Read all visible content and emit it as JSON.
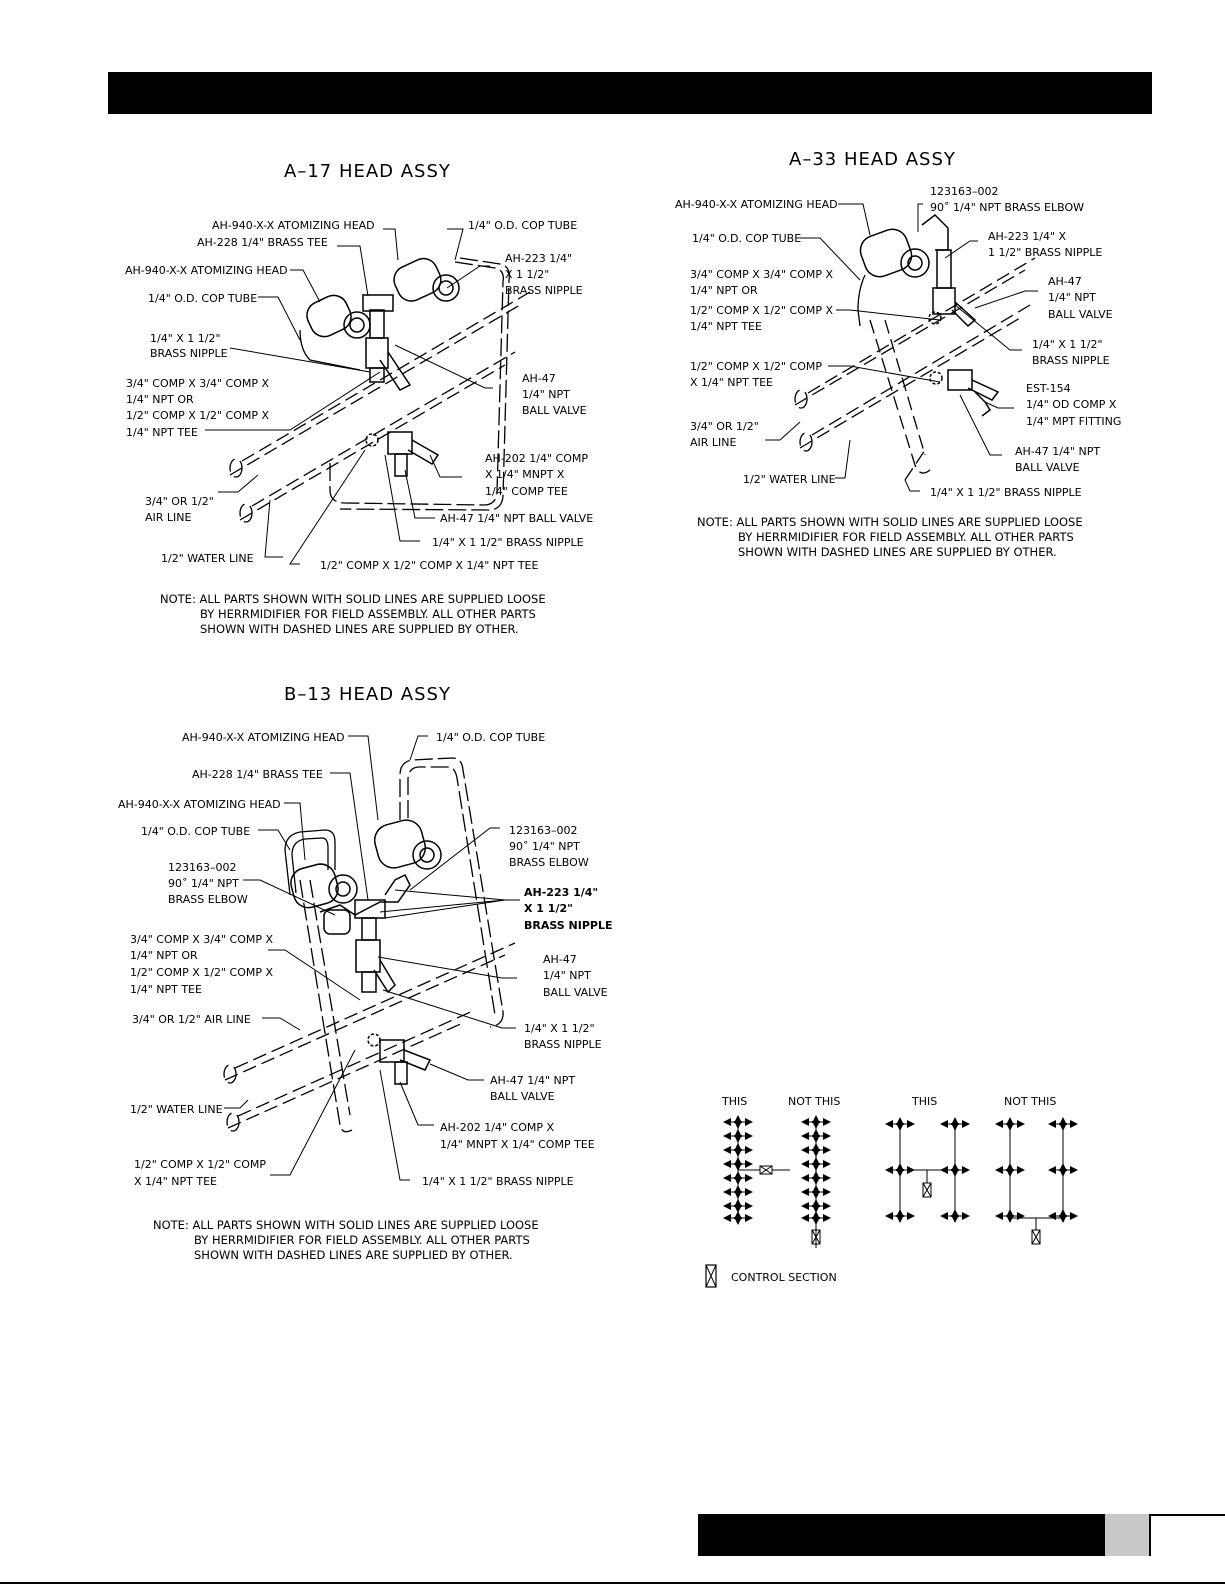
{
  "a17": {
    "title": "A–17 HEAD ASSY",
    "labels": {
      "head_top": "AH-940-X-X ATOMIZING HEAD",
      "cop_tube_top": "1/4\" O.D. COP TUBE",
      "tee": "AH-228 1/4\" BRASS TEE",
      "nipple_223_l1": "AH-223 1/4\"",
      "nipple_223_l2": "X 1 1/2\"",
      "nipple_223_l3": "BRASS NIPPLE",
      "head_left": "AH-940-X-X ATOMIZING HEAD",
      "cop_tube_left": "1/4\" O.D. COP TUBE",
      "nipple_l1": "1/4\" X 1 1/2\"",
      "nipple_l2": "BRASS NIPPLE",
      "comp_tee_l1": "3/4\" COMP X 3/4\" COMP X",
      "comp_tee_l2": "1/4\" NPT   OR",
      "comp_tee_l3": "1/2\" COMP X 1/2\" COMP X",
      "comp_tee_l4": "1/4\" NPT TEE",
      "ball_valve_l1": "AH-47",
      "ball_valve_l2": "1/4\" NPT",
      "ball_valve_l3": "BALL VALVE",
      "ah202_l1": "AH-202 1/4\" COMP",
      "ah202_l2": "X 1/4\" MNPT X",
      "ah202_l3": "1/4\" COMP TEE",
      "air_line_l1": "3/4\" OR 1/2\"",
      "air_line_l2": "AIR LINE",
      "ah47_ball": "AH-47 1/4\" NPT BALL VALVE",
      "brass_nipple": "1/4\" X 1 1/2\" BRASS NIPPLE",
      "water_line": "1/2\" WATER LINE",
      "comp_tee_bottom": "1/2\" COMP X 1/2\" COMP X 1/4\" NPT TEE"
    },
    "note": [
      "NOTE:  ALL PARTS SHOWN WITH SOLID LINES ARE SUPPLIED LOOSE",
      "BY HERRMIDIFIER FOR FIELD ASSEMBLY. ALL OTHER PARTS",
      "SHOWN WITH DASHED LINES ARE SUPPLIED BY OTHER."
    ]
  },
  "a33": {
    "title": "A–33 HEAD ASSY",
    "labels": {
      "elbow_l1": "123163–002",
      "elbow_l2": "90˚ 1/4\" NPT BRASS ELBOW",
      "head": "AH-940-X-X ATOMIZING HEAD",
      "cop_tube": "1/4\" O.D. COP TUBE",
      "nipple_223_l1": "AH-223 1/4\" X",
      "nipple_223_l2": "1 1/2\" BRASS NIPPLE",
      "comp_tee_l1": "3/4\" COMP X 3/4\" COMP X",
      "comp_tee_l2": "1/4\" NPT   OR",
      "comp_tee_l3": "1/2\" COMP X 1/2\" COMP X",
      "comp_tee_l4": "1/4\" NPT TEE",
      "ah47_l1": "AH-47",
      "ah47_l2": "1/4\" NPT",
      "ah47_l3": "BALL VALVE",
      "nipple_l1": "1/4\" X 1 1/2\"",
      "nipple_l2": "BRASS NIPPLE",
      "comp_tee2_l1": "1/2\" COMP X 1/2\" COMP",
      "comp_tee2_l2": "X 1/4\" NPT TEE",
      "est_l1": "EST-154",
      "est_l2": "1/4\" OD COMP X",
      "est_l3": "1/4\" MPT FITTING",
      "air_line_l1": "3/4\" OR 1/2\"",
      "air_line_l2": "AIR LINE",
      "ah47b_l1": "AH-47 1/4\" NPT",
      "ah47b_l2": "BALL VALVE",
      "water_line": "1/2\" WATER LINE",
      "brass_nipple": "1/4\" X 1 1/2\" BRASS NIPPLE"
    },
    "note": [
      "NOTE:  ALL PARTS SHOWN WITH SOLID LINES ARE SUPPLIED LOOSE",
      "BY HERRMIDIFIER FOR FIELD ASSEMBLY. ALL OTHER PARTS",
      "SHOWN WITH DASHED LINES ARE SUPPLIED BY OTHER."
    ]
  },
  "b13": {
    "title": "B–13 HEAD ASSY",
    "labels": {
      "head_top": "AH-940-X-X ATOMIZING HEAD",
      "cop_tube_top": "1/4\" O.D. COP TUBE",
      "tee": "AH-228 1/4\" BRASS TEE",
      "head_left": "AH-940-X-X ATOMIZING HEAD",
      "cop_tube_left": "1/4\" O.D. COP TUBE",
      "elbow_r_l1": "123163–002",
      "elbow_r_l2": "90˚ 1/4\" NPT",
      "elbow_r_l3": "BRASS ELBOW",
      "elbow_l_l1": "123163–002",
      "elbow_l_l2": "90˚ 1/4\" NPT",
      "elbow_l_l3": "BRASS ELBOW",
      "nipple_223_l1": "AH-223 1/4\"",
      "nipple_223_l2": "X 1 1/2\"",
      "nipple_223_l3": "BRASS NIPPLE",
      "comp_tee_l1": "3/4\" COMP X 3/4\" COMP X",
      "comp_tee_l2": "1/4\" NPT   OR",
      "comp_tee_l3": "1/2\" COMP X 1/2\" COMP X",
      "comp_tee_l4": "1/4\" NPT TEE",
      "ah47_l1": "AH-47",
      "ah47_l2": "1/4\" NPT",
      "ah47_l3": "BALL VALVE",
      "air_line": "3/4\" OR 1/2\" AIR LINE",
      "nipple_l1": "1/4\" X 1 1/2\"",
      "nipple_l2": "BRASS NIPPLE",
      "ah47b_l1": "AH-47 1/4\" NPT",
      "ah47b_l2": "BALL VALVE",
      "water_line": "1/2\" WATER LINE",
      "ah202_l1": "AH-202 1/4\" COMP X",
      "ah202_l2": "1/4\" MNPT X 1/4\" COMP TEE",
      "comp_tee2_l1": "1/2\" COMP X 1/2\" COMP",
      "comp_tee2_l2": "X 1/4\" NPT TEE",
      "brass_nipple": "1/4\" X 1 1/2\" BRASS NIPPLE"
    },
    "note": [
      "NOTE:  ALL PARTS SHOWN WITH SOLID LINES ARE SUPPLIED LOOSE",
      "BY HERRMIDIFIER FOR FIELD ASSEMBLY. ALL OTHER PARTS",
      "SHOWN WITH DASHED LINES ARE SUPPLIED BY OTHER."
    ]
  },
  "layout_diagram": {
    "this_1": "THIS",
    "not_this_1": "NOT THIS",
    "this_2": "THIS",
    "not_this_2": "NOT THIS",
    "legend": "CONTROL SECTION"
  }
}
